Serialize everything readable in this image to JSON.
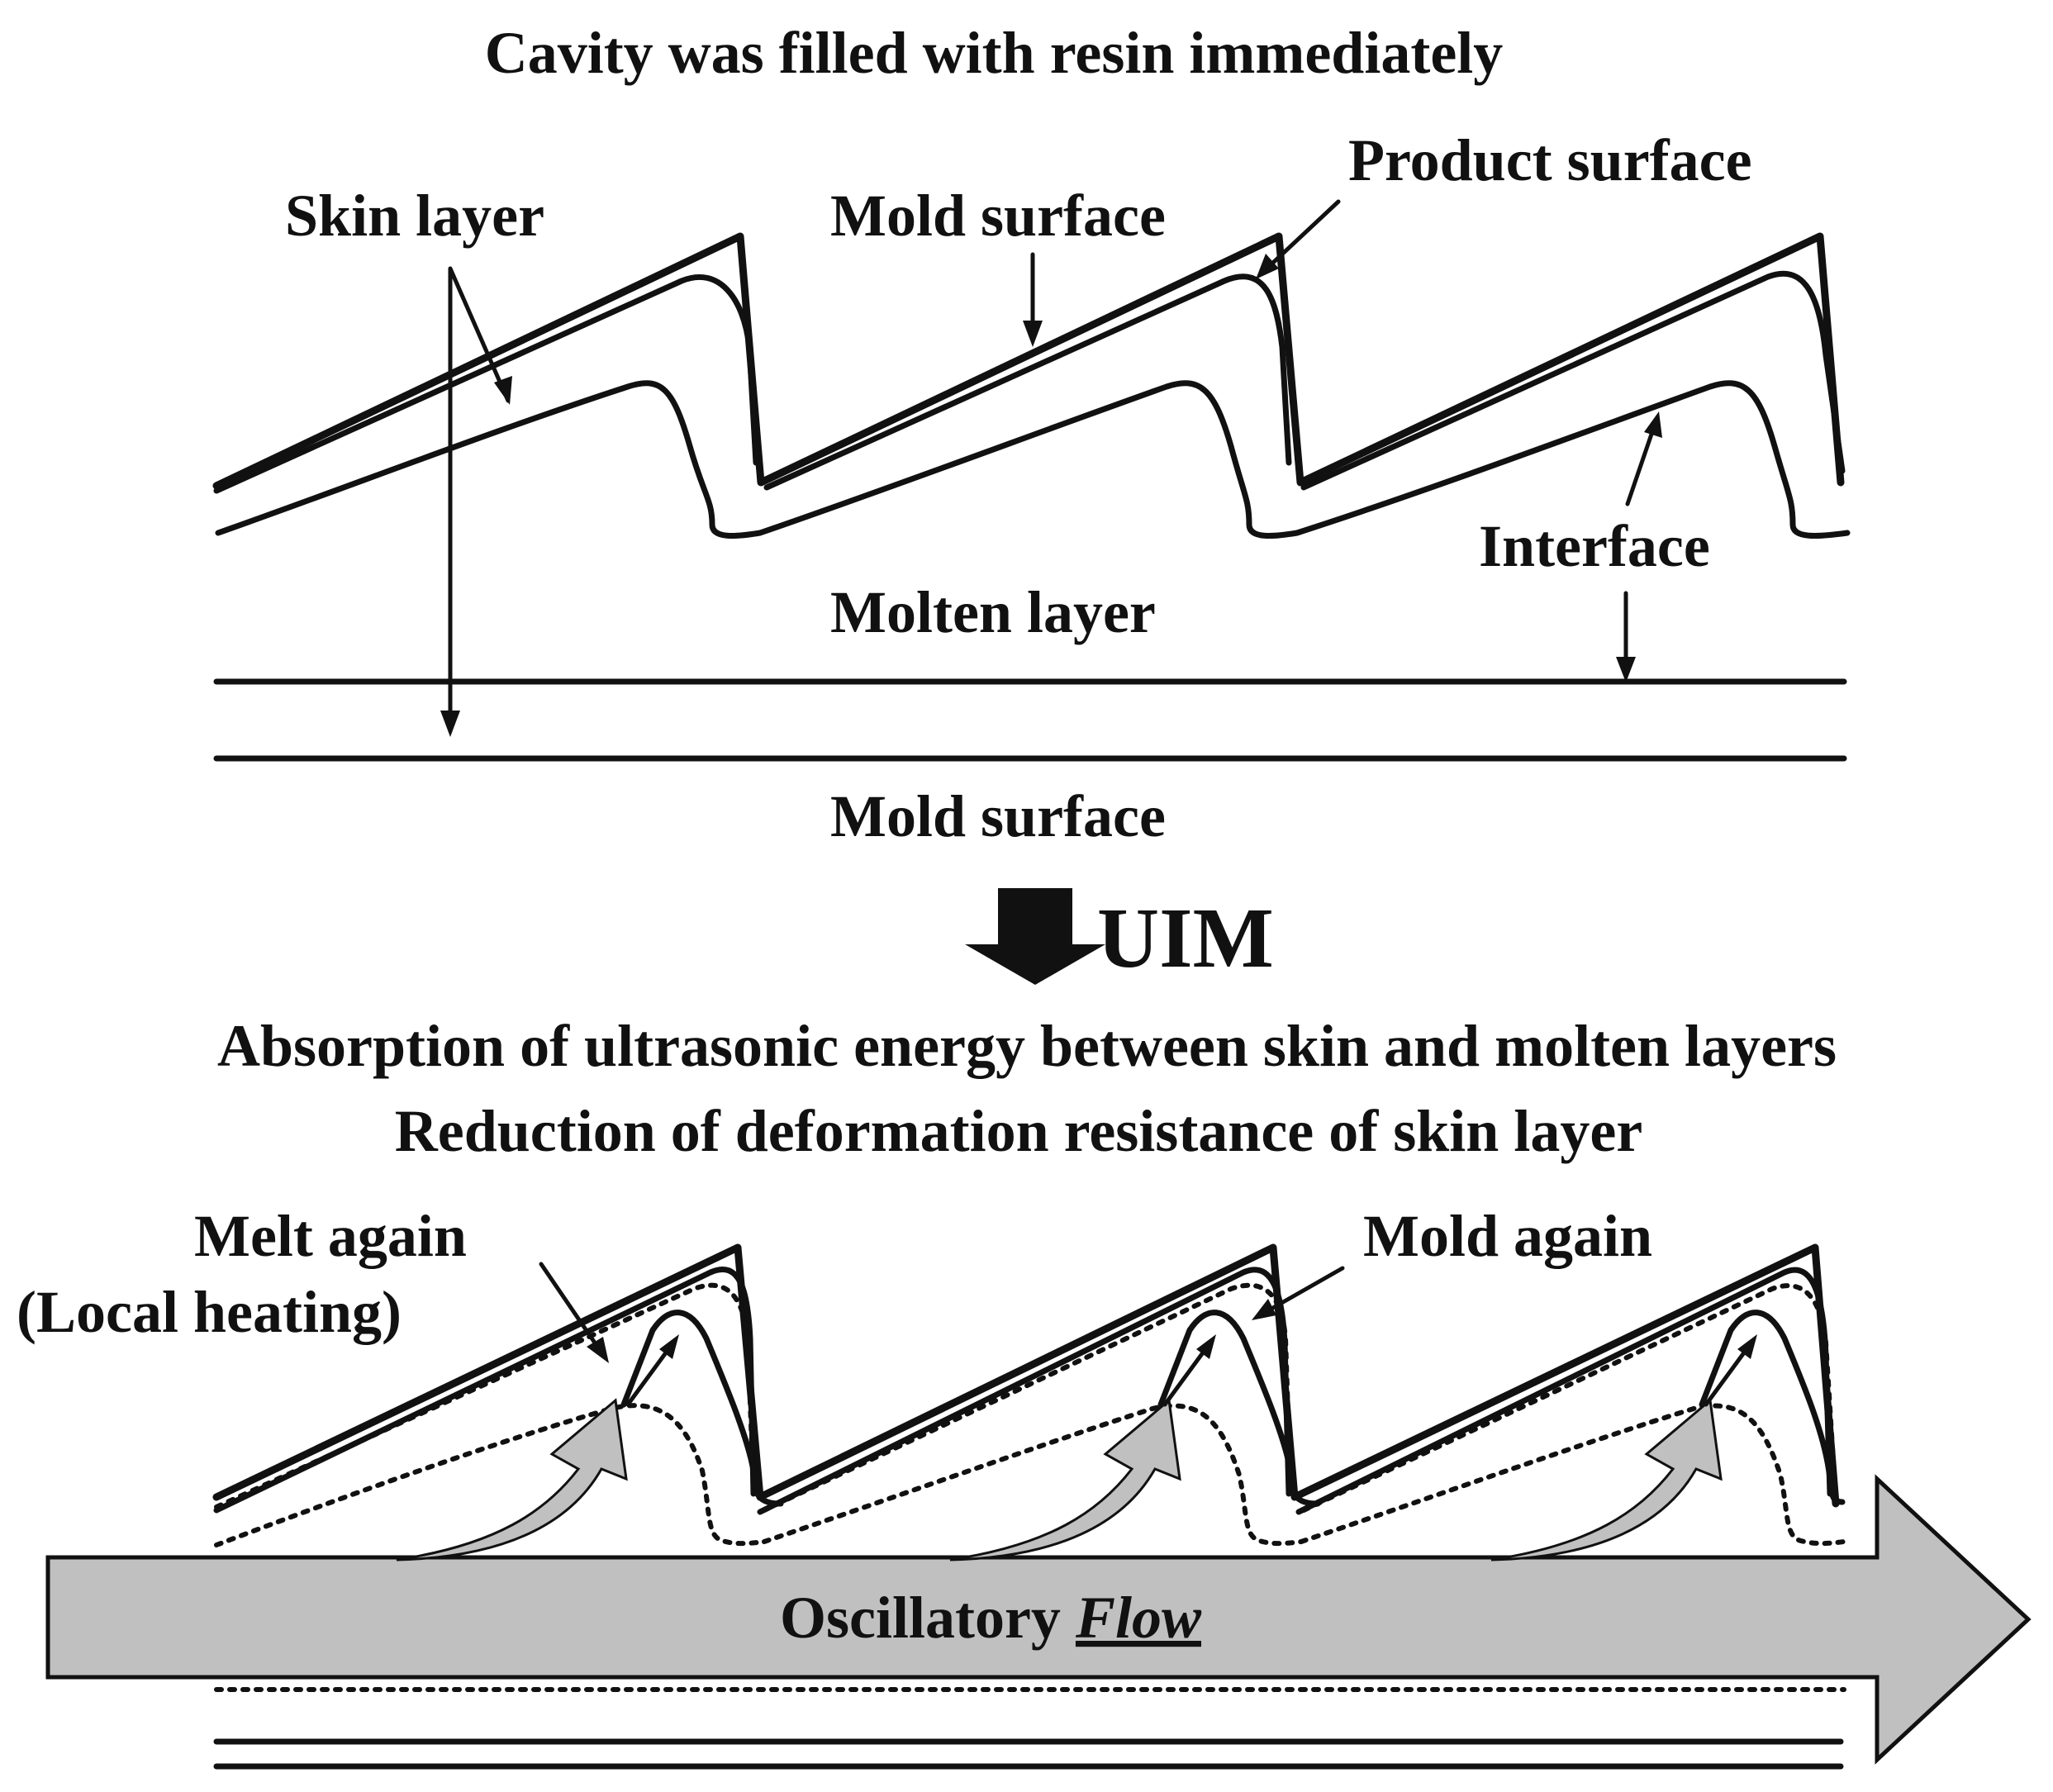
{
  "title_top": "Cavity was filled with resin immediately",
  "labels": {
    "skin_layer": "Skin layer",
    "mold_surface_upper": "Mold surface",
    "product_surface": "Product surface",
    "interface": "Interface",
    "molten_layer": "Molten layer",
    "mold_surface_lower": "Mold surface",
    "uim": "UIM",
    "absorption": "Absorption of ultrasonic energy between skin and molten layers",
    "reduction": "Reduction of deformation resistance of skin layer",
    "melt_again": "Melt again",
    "local_heating": "(Local heating)",
    "mold_again": "Mold again",
    "flow_prefix": "Oscillatory ",
    "flow_word": "Flow"
  },
  "colors": {
    "ink": "#111111",
    "arrow_fill": "#c0c0c0",
    "background": "#ffffff"
  }
}
